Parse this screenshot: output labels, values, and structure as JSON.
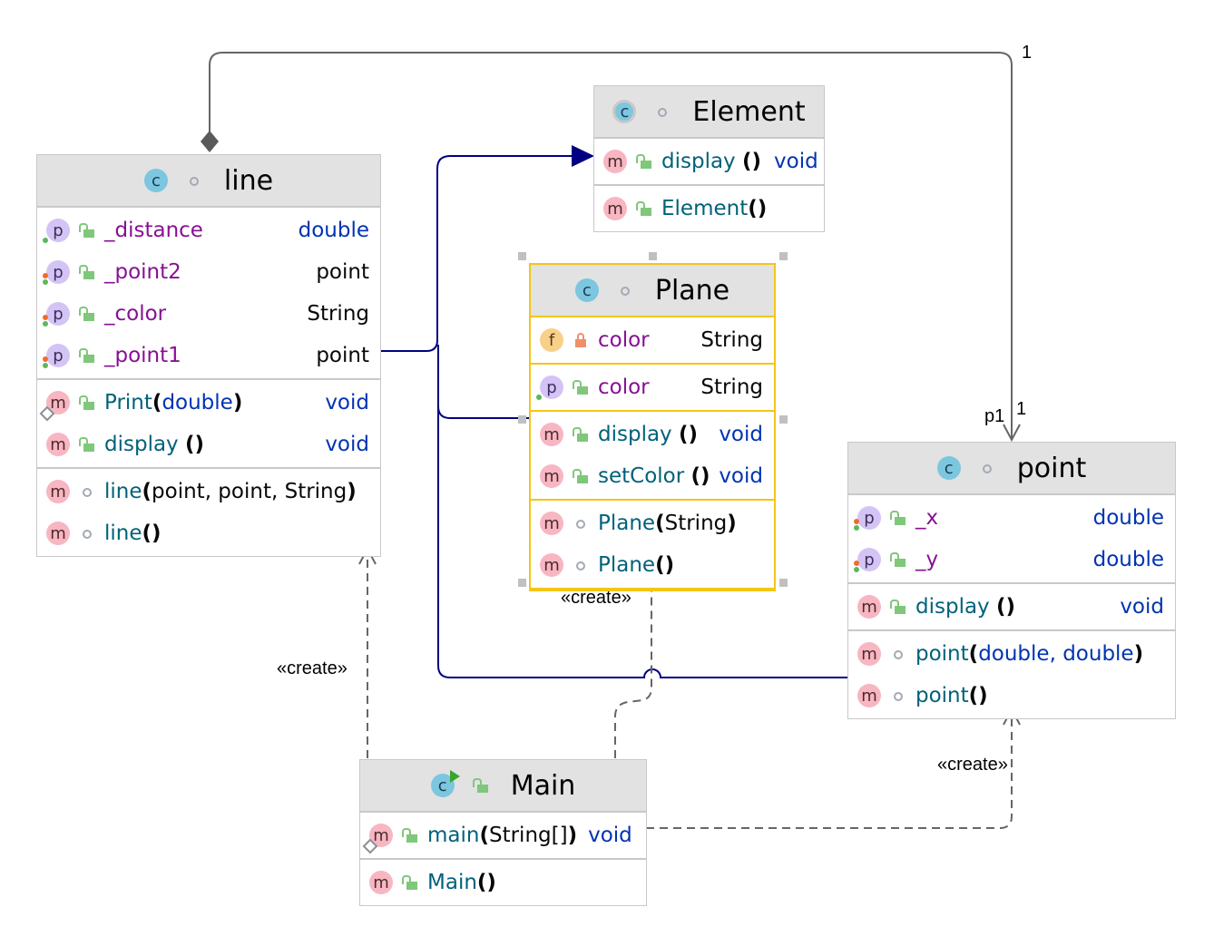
{
  "colors": {
    "field": "#871094",
    "method": "#00627a",
    "type": "#0033b3",
    "inheritance_edge": "#000080",
    "association_edge": "#666666",
    "selection": "#f5c518"
  },
  "classes": {
    "line": {
      "title": "line",
      "kind_icon": "class-icon",
      "visibility": "package",
      "fields": [
        {
          "name": "_distance",
          "type": "double",
          "badge": "p",
          "visibility": "public"
        },
        {
          "name": "_point2",
          "type": "point",
          "badge": "p",
          "visibility": "public"
        },
        {
          "name": "_color",
          "type": "String",
          "badge": "p",
          "visibility": "public"
        },
        {
          "name": "_point1",
          "type": "point",
          "badge": "p",
          "visibility": "public"
        }
      ],
      "methods": [
        {
          "name": "Print",
          "open": "(",
          "params": "double",
          "close": ")",
          "type": "void",
          "visibility": "public"
        },
        {
          "name": "display",
          "open": "()",
          "params": "",
          "close": "",
          "type": "void",
          "visibility": "public"
        }
      ],
      "constructors": [
        {
          "name": "line",
          "open": "(",
          "params": "point, point, String",
          "close": ")",
          "visibility": "package"
        },
        {
          "name": "line",
          "open": "()",
          "params": "",
          "close": "",
          "visibility": "package"
        }
      ]
    },
    "element": {
      "title": "Element",
      "kind_icon": "abstract-class-icon",
      "visibility": "package",
      "methods": [
        {
          "name": "display",
          "open": "()",
          "type": "void",
          "visibility": "public"
        }
      ],
      "constructors": [
        {
          "name": "Element",
          "open": "()",
          "visibility": "public"
        }
      ]
    },
    "plane": {
      "title": "Plane",
      "kind_icon": "class-icon",
      "visibility": "package",
      "selected": true,
      "fields_private": [
        {
          "name": "color",
          "type": "String",
          "badge": "f",
          "visibility": "private"
        }
      ],
      "properties": [
        {
          "name": "color",
          "type": "String",
          "badge": "p",
          "visibility": "public"
        }
      ],
      "methods": [
        {
          "name": "display",
          "open": "()",
          "type": "void",
          "visibility": "public"
        },
        {
          "name": "setColor",
          "open": "()",
          "type": "void",
          "visibility": "public"
        }
      ],
      "constructors": [
        {
          "name": "Plane",
          "open": "(",
          "params": "String",
          "close": ")",
          "visibility": "package"
        },
        {
          "name": "Plane",
          "open": "()",
          "params": "",
          "close": "",
          "visibility": "package"
        }
      ]
    },
    "point": {
      "title": "point",
      "kind_icon": "class-icon",
      "visibility": "package",
      "fields": [
        {
          "name": "_x",
          "type": "double",
          "badge": "p",
          "visibility": "public"
        },
        {
          "name": "_y",
          "type": "double",
          "badge": "p",
          "visibility": "public"
        }
      ],
      "methods": [
        {
          "name": "display",
          "open": "()",
          "type": "void",
          "visibility": "public"
        }
      ],
      "constructors": [
        {
          "name": "point",
          "open": "(",
          "params": "double, double",
          "close": ")",
          "visibility": "package"
        },
        {
          "name": "point",
          "open": "()",
          "params": "",
          "close": "",
          "visibility": "package"
        }
      ]
    },
    "main": {
      "title": "Main",
      "kind_icon": "runnable-class-icon",
      "visibility": "public",
      "methods": [
        {
          "name": "main",
          "open": "(",
          "params": "String[]",
          "close": ")",
          "type": "void",
          "visibility": "public"
        }
      ],
      "constructors": [
        {
          "name": "Main",
          "open": "()",
          "visibility": "public"
        }
      ]
    }
  },
  "edges": {
    "line_to_point": {
      "type": "composition",
      "source_mult": "1",
      "role": "p1",
      "target_mult": "1"
    },
    "line_to_element": {
      "type": "inheritance"
    },
    "plane_to_element": {
      "type": "inheritance"
    },
    "point_to_element": {
      "type": "inheritance"
    },
    "main_creates_line": {
      "type": "dependency",
      "label": "«create»"
    },
    "main_creates_plane": {
      "type": "dependency",
      "label": "«create»"
    },
    "main_creates_point": {
      "type": "dependency",
      "label": "«create»"
    }
  }
}
